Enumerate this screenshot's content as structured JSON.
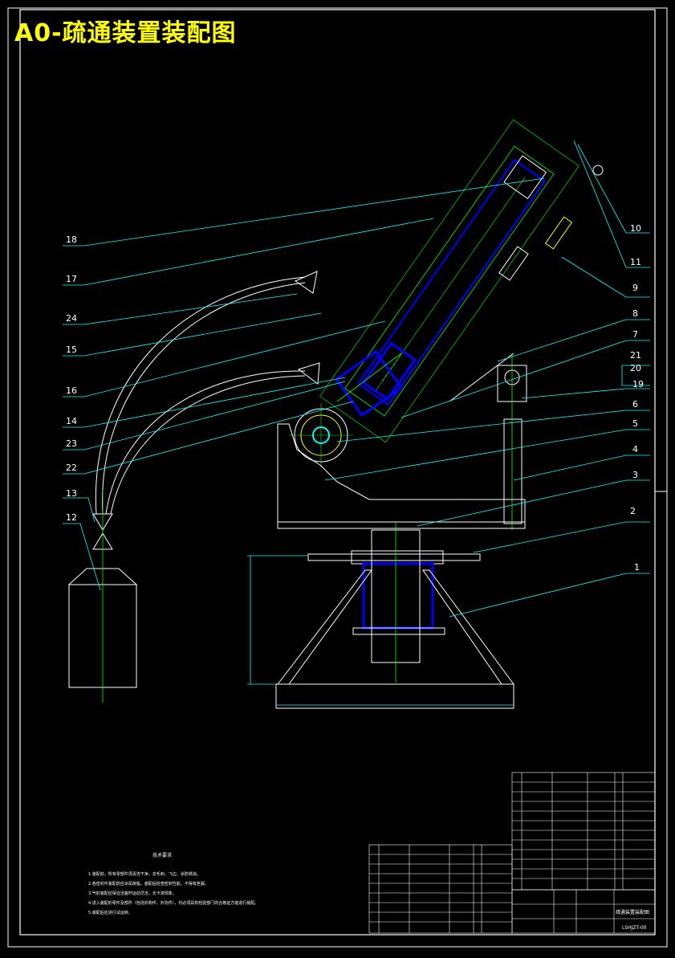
{
  "title": "A0-疏通装置装配图",
  "balloons": [
    "18",
    "17",
    "24",
    "15",
    "16",
    "14",
    "23",
    "22",
    "13",
    "12",
    "10",
    "11",
    "9",
    "8",
    "7",
    "21",
    "20",
    "19",
    "6",
    "5",
    "4",
    "3",
    "2",
    "1"
  ],
  "notes": {
    "heading": "技术要求",
    "lines": [
      "1.装配前，所有零部件须清洗干净，去毛刺、飞边，涂防锈油。",
      "2.各密封件装配前应涂润滑脂，装配后检查密封性能，不得有泄漏。",
      "3.气缸装配应保证活塞杆运动灵活，无卡滞现象。",
      "4.进入装配的零件及部件（包括外购件、外协件），均必须具有检验部门的合格证方能进行装配。",
      "5.装配后应进行试运转。"
    ]
  },
  "title_block": {
    "drawing_name": "疏通装置装配图",
    "drawing_no": "LSHJZT-00"
  },
  "colors": {
    "background": "#000000",
    "title": "#ffff00",
    "outline": "#ffffff",
    "leader": "#00ffff",
    "centerline": "#00ff00",
    "parts": "#0000ff"
  }
}
